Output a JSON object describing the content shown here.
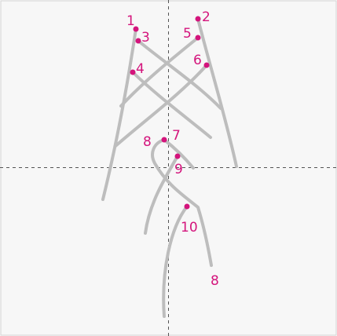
{
  "colors": {
    "background": "#f7f7f7",
    "frame": "#d0d0d0",
    "guide": "#555555",
    "stroke": "#bdbdbd",
    "accent": "#d4147c"
  },
  "labels": {
    "l1": "1",
    "l2": "2",
    "l3": "3",
    "l4": "4",
    "l5": "5",
    "l6": "6",
    "l7": "7",
    "l8a": "8",
    "l9": "9",
    "l10": "10",
    "l8b": "8"
  }
}
